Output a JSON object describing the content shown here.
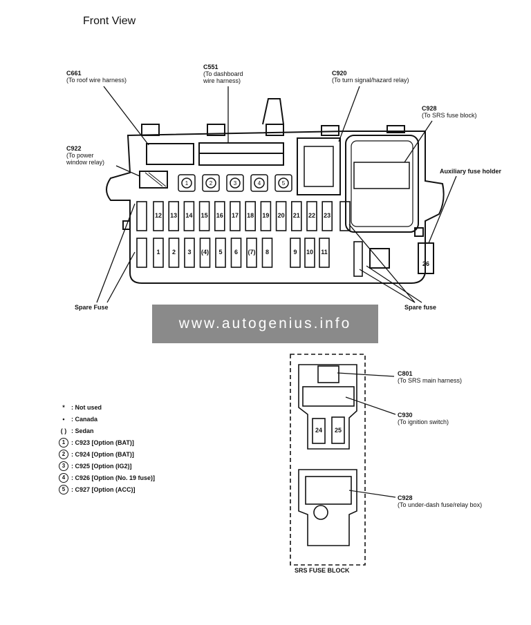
{
  "title": "Front View",
  "watermark": "www.autogenius.info",
  "callouts": {
    "c661": {
      "code": "C661",
      "desc": "(To roof wire harness)"
    },
    "c551": {
      "code": "C551",
      "desc1": "(To dashboard",
      "desc2": "wire harness)"
    },
    "c920": {
      "code": "C920",
      "desc": "(To turn signal/hazard relay)"
    },
    "c928_top": {
      "code": "C928",
      "desc": "(To SRS fuse block)"
    },
    "c922": {
      "code": "C922",
      "desc1": "(To power",
      "desc2": "window relay)"
    },
    "aux": {
      "label": "Auxiliary fuse holder"
    },
    "spare_left": {
      "label": "Spare Fuse"
    },
    "spare_right": {
      "label": "Spare fuse"
    },
    "c801": {
      "code": "C801",
      "desc": "(To SRS main harness)"
    },
    "c930": {
      "code": "C930",
      "desc": "(To ignition switch)"
    },
    "c928_bottom": {
      "code": "C928",
      "desc": "(To under-dash fuse/relay box)"
    }
  },
  "fuses": {
    "top_row": [
      "12",
      "13",
      "14",
      "15",
      "16",
      "17",
      "18",
      "19",
      "20",
      "21",
      "22",
      "23"
    ],
    "bottom_row_left": [
      "1",
      "2",
      "3",
      "(4)",
      "5",
      "6",
      "(7)",
      "8"
    ],
    "bottom_row_right": [
      "9",
      "10",
      "11"
    ],
    "aux": "26",
    "srs": [
      "24",
      "25"
    ]
  },
  "connectors_circled": [
    "1",
    "2",
    "3",
    "4",
    "5"
  ],
  "legend": [
    {
      "sym": "*",
      "text": ": Not used"
    },
    {
      "sym": "•",
      "text": ": Canada"
    },
    {
      "sym": "( )",
      "text": ": Sedan"
    },
    {
      "sym": "1",
      "text": ": C923 [Option (BAT)]"
    },
    {
      "sym": "2",
      "text": ": C924 [Option (BAT)]"
    },
    {
      "sym": "3",
      "text": ": C925 [Option (IG2)]"
    },
    {
      "sym": "4",
      "text": ": C926 [Option (No. 19 fuse)]"
    },
    {
      "sym": "5",
      "text": ": C927 [Option (ACC)]"
    }
  ],
  "srs_label": "SRS FUSE BLOCK"
}
